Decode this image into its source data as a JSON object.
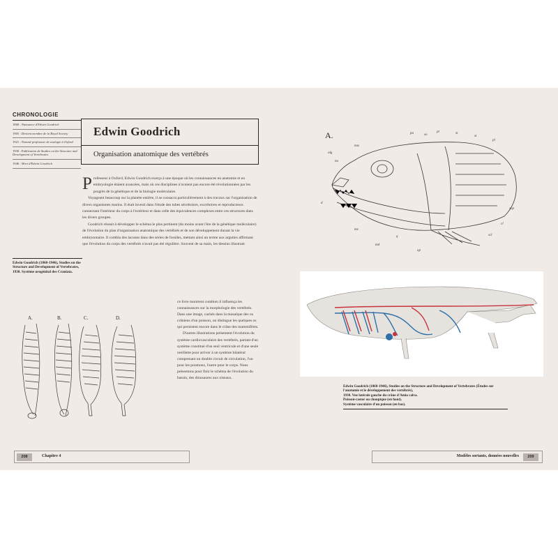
{
  "chronology": {
    "title": "CHRONOLOGIE",
    "items": [
      {
        "year": "1868 :",
        "text": "Naissance d'Edwin Goodrich"
      },
      {
        "year": "1905 :",
        "text": "Devient membre de la Royal Society"
      },
      {
        "year": "1921 :",
        "text": "Nommé professeur de zoologie à Oxford"
      },
      {
        "year": "1930 :",
        "text": "Publication de Studies on the Structure and Development of Vertebrates"
      },
      {
        "year": "1946 :",
        "text": "Mort d'Edwin Goodrich"
      }
    ]
  },
  "left_caption": "Edwin Goodrich (1868-1946), Studies on the Structure and Development of Vertebrates, 1930. Système urogénital des Craniata.",
  "title": {
    "name": "Edwin Goodrich",
    "subtitle": "Organisation anatomique des vertébrés"
  },
  "body": {
    "dropcap": "P",
    "p1": "rofesseur à Oxford, Edwin Goodrich exerça à une époque où les connaissances en anatomie et en embryologie étaient avancées, mais où ces disciplines n'avaient pas encore été révolutionnées par les progrès de la génétique et de la biologie moléculaire.",
    "p2": "Voyageant beaucoup sur la planète entière, il se consacra particulièrement à des travaux sur l'organisation de divers organismes marins. Il était investi dans l'étude des tubes sécrétoires, excrétoires et reproducteurs connectant l'intérieur du corps à l'extérieur et dans celle des équivalences complexes entre ces structures dans les divers groupes.",
    "p3": "Goodrich réussit à développer le schéma le plus pertinent (du moins avant l'ère de la génétique moléculaire) de l'évolution du plan d'organisation anatomique des vertébrés et de son développement durant la vie embryonnaire. Il combla des lacunes dans des séries de fossiles, mettant ainsi un terme aux arguties affirmant que l'évolution du corps des vertébrés n'avait pas été régulière. Souvent de sa main, les dessins illustrant",
    "p4": "ce livre montrent combien il influença les connaissances sur la morphologie des vertébrés. Dans une image, cachés dans la mosaïque des os crâniens d'un poisson, on distingue les quelques os qui persistent encore dans le crâne des mammifères.",
    "p5": "D'autres illustrations présentent l'évolution du système cardiovasculaire des vertébrés, partant d'un système constitué d'un seul ventricule et d'une seule oreillette pour arriver à un système bilatéral comprenant un double circuit de circulation, l'un pour les poumons, l'autre pour le corps. Nous présentons pour finir le schéma de l'évolution du bassin, des dinosaures aux oiseaux."
  },
  "footer": {
    "left_page": "208",
    "chapter": "Chapitre 4",
    "right_page": "209",
    "section": "Modèles sortants, données nouvelles"
  },
  "figure_labels": {
    "fig_a": "A.",
    "small": [
      "A.",
      "B.",
      "C.",
      "D."
    ]
  },
  "right_caption": {
    "line1": "Edwin Goodrich (1868-1946), Studies on the Structure and Development of Vertebrates (Études sur l'anatomie et le développement des vertébrés),",
    "line2": "1930. Vue latérale gauche du crâne d'Amia calva.",
    "line3": "Poisson-castor ou choupique (en haut).",
    "line4": "Système vasculaire d'un poisson (en bas)."
  },
  "colors": {
    "page": "#f1ebe8",
    "artery": "#c8323a",
    "vein": "#2f6fa8"
  }
}
